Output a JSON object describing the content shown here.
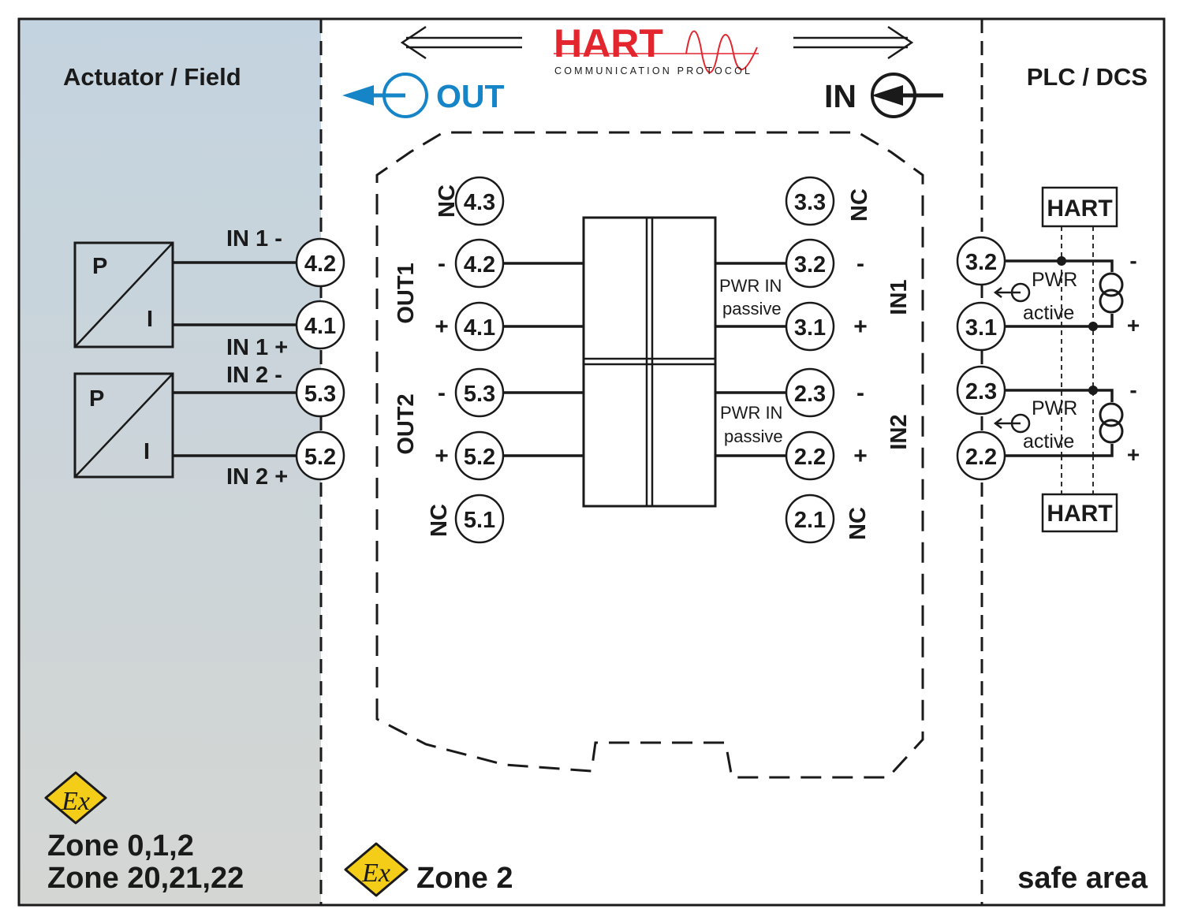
{
  "zones": {
    "field_title": "Actuator / Field",
    "plc_title": "PLC / DCS",
    "field_zones_line1": "Zone 0,1,2",
    "field_zones_line2": "Zone 20,21,22",
    "middle_zone": "Zone 2",
    "safe_area": "safe area",
    "ex_symbol_text": "Ex"
  },
  "hart_logo": {
    "brand": "HART",
    "subtitle": "COMMUNICATION PROTOCOL",
    "color": "#e3262e"
  },
  "directions": {
    "out_label": "OUT",
    "in_label": "IN",
    "out_color": "#1585c8"
  },
  "field_devices": {
    "p_label": "P",
    "i_label": "I",
    "in1_minus": "IN 1 -",
    "in1_plus": "IN 1 +",
    "in2_minus": "IN 2 -",
    "in2_plus": "IN 2 +",
    "terminals": [
      "4.2",
      "4.1",
      "5.3",
      "5.2"
    ]
  },
  "module": {
    "left_terminals": [
      "4.3",
      "4.2",
      "4.1",
      "5.3",
      "5.2",
      "5.1"
    ],
    "right_terminals": [
      "3.3",
      "3.2",
      "3.1",
      "2.3",
      "2.2",
      "2.1"
    ],
    "nc": "NC",
    "minus": "-",
    "plus": "+",
    "out1": "OUT1",
    "out2": "OUT2",
    "in1": "IN1",
    "in2": "IN2",
    "pwr_in": "PWR IN",
    "passive": "passive"
  },
  "plc": {
    "terminals": [
      "3.2",
      "3.1",
      "2.3",
      "2.2"
    ],
    "hart_box": "HART",
    "pwr": "PWR",
    "active": "active",
    "minus": "-",
    "plus": "+"
  },
  "colors": {
    "field_bg_top": "#c3d3df",
    "field_bg_bottom": "#d4d6d3",
    "ex_yellow": "#f4cd18"
  }
}
